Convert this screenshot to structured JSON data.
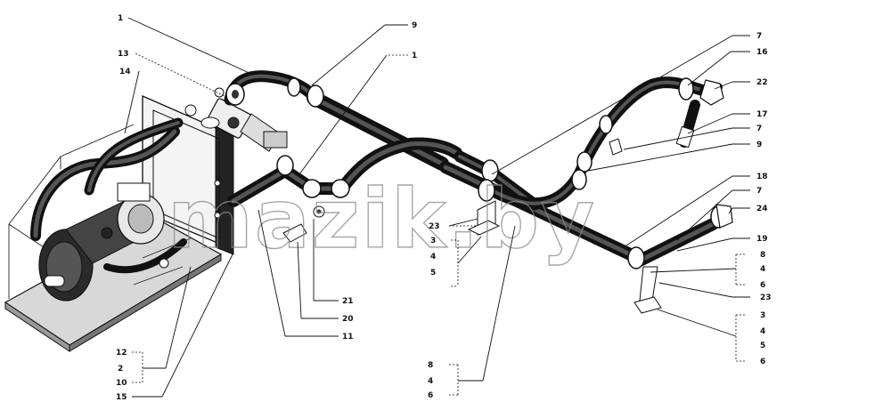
{
  "watermark": "mazik.by",
  "callouts": [
    {
      "id": "c-1-top",
      "text": "1"
    },
    {
      "id": "c-9-top",
      "text": "9"
    },
    {
      "id": "c-13",
      "text": "13"
    },
    {
      "id": "c-1-mid",
      "text": "1"
    },
    {
      "id": "c-14",
      "text": "14"
    },
    {
      "id": "c-7-top",
      "text": "7"
    },
    {
      "id": "c-16",
      "text": "16"
    },
    {
      "id": "c-22",
      "text": "22"
    },
    {
      "id": "c-17",
      "text": "17"
    },
    {
      "id": "c-7-b",
      "text": "7"
    },
    {
      "id": "c-9-right",
      "text": "9"
    },
    {
      "id": "c-18",
      "text": "18"
    },
    {
      "id": "c-7-c",
      "text": "7"
    },
    {
      "id": "c-24",
      "text": "24"
    },
    {
      "id": "c-19",
      "text": "19"
    },
    {
      "id": "c-8-r",
      "text": "8"
    },
    {
      "id": "c-4-r",
      "text": "4"
    },
    {
      "id": "c-6-r",
      "text": "6"
    },
    {
      "id": "c-23-r",
      "text": "23"
    },
    {
      "id": "c-3-r2",
      "text": "3"
    },
    {
      "id": "c-4-r2",
      "text": "4"
    },
    {
      "id": "c-5-r2",
      "text": "5"
    },
    {
      "id": "c-6-r2",
      "text": "6"
    },
    {
      "id": "c-23-mid",
      "text": "23"
    },
    {
      "id": "c-3-mid",
      "text": "3"
    },
    {
      "id": "c-4-mid",
      "text": "4"
    },
    {
      "id": "c-5-mid",
      "text": "5"
    },
    {
      "id": "c-21",
      "text": "21"
    },
    {
      "id": "c-20",
      "text": "20"
    },
    {
      "id": "c-11",
      "text": "11"
    },
    {
      "id": "c-12",
      "text": "12"
    },
    {
      "id": "c-2",
      "text": "2"
    },
    {
      "id": "c-10",
      "text": "10"
    },
    {
      "id": "c-15",
      "text": "15"
    },
    {
      "id": "c-8-bot",
      "text": "8"
    },
    {
      "id": "c-4-bot",
      "text": "4"
    },
    {
      "id": "c-6-bot",
      "text": "6"
    }
  ]
}
